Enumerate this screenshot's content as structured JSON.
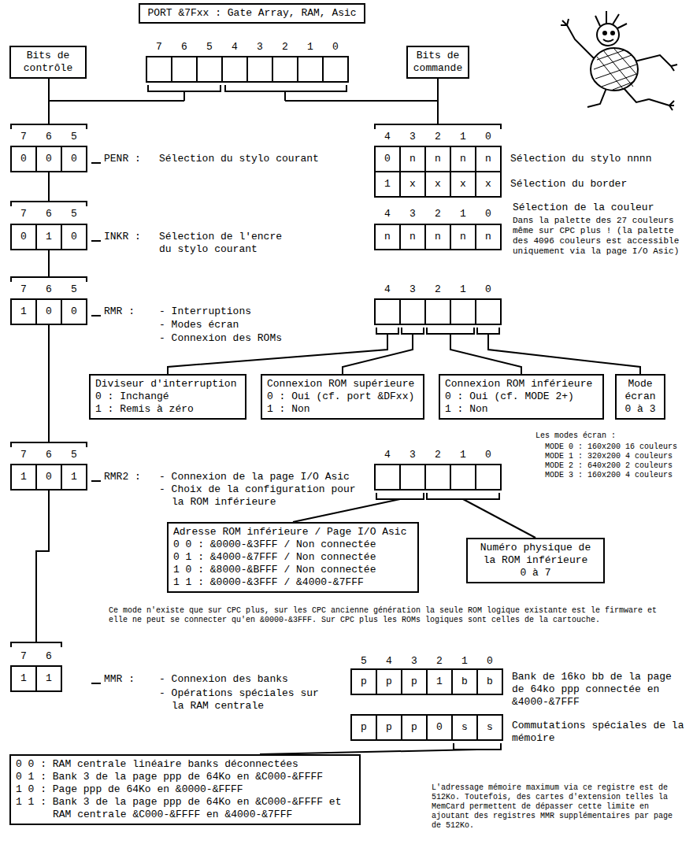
{
  "diagram": {
    "nodes": [
      {
        "text": [
          "PORT &7Fxx : Gate Array, RAM, Asic"
        ]
      },
      {
        "text": [
          "Bits de contrôle"
        ]
      },
      {
        "text": [
          "Bits de commande"
        ]
      },
      {
        "text": [
          "Diviseur d'interruption",
          "0 : Inchangé",
          "1 : Remis à zéro"
        ]
      },
      {
        "text": [
          "Connexion ROM supérieure",
          "0 : Oui (cf. port &DFxx)",
          "1 : Non"
        ]
      },
      {
        "text": [
          "Connexion ROM inférieure",
          "0 : Oui (cf. MODE 2+)",
          "1 : Non"
        ]
      },
      {
        "text": [
          "Mode écran",
          "0 à 3"
        ]
      },
      {
        "text": [
          "Adresse ROM inférieure / Page I/O Asic",
          "0 0 : &0000-&3FFF / Non connectée",
          "0 1 : &4000-&7FFF / Non connectée",
          "1 0 : &8000-&BFFF / Non connectée",
          "1 1 : &0000-&3FFF / &4000-&7FFF"
        ]
      },
      {
        "text": [
          "Numéro physique de la ROM inférieure",
          "0 à 7"
        ]
      },
      {
        "text": [
          "0 0 : RAM centrale linéaire banks déconnectées",
          "0 1 : Bank 3 de la page ppp de 64Ko en &C000-&FFFF",
          "1 0 : Page ppp de 64Ko en &0000-&FFFF",
          "1 1 : Bank 3 de la page ppp de 64Ko en &C000-&FFFF et RAM centrale &C000-&FFFF en &4000-&7FFF"
        ]
      }
    ],
    "labels": [
      "7",
      "6",
      "5",
      "4",
      "3",
      "2",
      "1",
      "0",
      "7",
      "6",
      "5",
      "0",
      "0",
      "0",
      "PENR :",
      "Sélection du stylo courant",
      "4",
      "3",
      "2",
      "1",
      "0",
      "0",
      "n",
      "n",
      "n",
      "n",
      "Sélection du stylo nnnn",
      "1",
      "x",
      "x",
      "x",
      "x",
      "Sélection du border",
      "7",
      "6",
      "5",
      "0",
      "1",
      "0",
      "INKR :",
      "Sélection de l'encre du stylo courant",
      "4",
      "3",
      "2",
      "1",
      "0",
      "n",
      "n",
      "n",
      "n",
      "n",
      "Sélection de la couleur",
      "Dans la palette des 27 couleurs même sur CPC plus ! (la palette des 4096 couleurs est accessible uniquement via la page I/O Asic)",
      "7",
      "6",
      "5",
      "1",
      "0",
      "0",
      "RMR :",
      "- Interruptions",
      "- Modes écran",
      "- Connexion des ROMs",
      "4",
      "3",
      "2",
      "1",
      "0",
      "Les modes écran :",
      "MODE 0 : 160x200 16 couleurs",
      "MODE 1 : 320x200 4 couleurs",
      "MODE 2 : 640x200 2 couleurs",
      "MODE 3 : 160x200 4 couleurs",
      "7",
      "6",
      "5",
      "1",
      "0",
      "1",
      "RMR2 :",
      "- Connexion de la page I/O Asic",
      "- Choix de la configuration pour la ROM inférieure",
      "4",
      "3",
      "2",
      "1",
      "0",
      "Ce mode n'existe que sur CPC plus, sur les CPC ancienne génération la seule ROM logique existante est le firmware et elle ne peut se connecter qu'en &0000-&3FFF. Sur CPC plus les ROMs logiques sont celles de la cartouche.",
      "7",
      "6",
      "1",
      "1",
      "MMR :",
      "- Connexion des banks",
      "- Opérations spéciales sur la RAM centrale",
      "5",
      "4",
      "3",
      "2",
      "1",
      "0",
      "p",
      "p",
      "p",
      "1",
      "b",
      "b",
      "Bank de 16ko bb de la page de 64ko ppp connectée en &4000-&7FFF",
      "p",
      "p",
      "p",
      "0",
      "s",
      "s",
      "Commutations spéciales de la mémoire",
      "L'adressage mémoire maximum via ce registre est de 512Ko. Toutefois, des cartes d'extension telles la MemCard permettent de dépasser cette limite en ajoutant des registres MMR supplémentaires par page de 512Ko."
    ]
  }
}
